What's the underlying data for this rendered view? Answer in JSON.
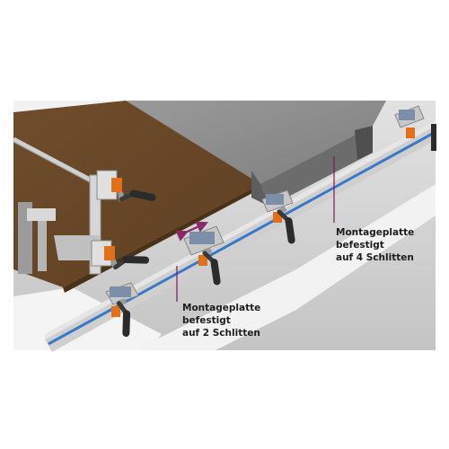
{
  "annotations": {
    "mount_two": {
      "lines": [
        "Montageplatte",
        "befestigt",
        "auf 2 Schlitten"
      ]
    },
    "mount_four": {
      "lines": [
        "Montageplatte",
        "befestigt",
        "auf 4 Schlitten"
      ]
    }
  },
  "colors": {
    "frame_background": "#c9c9c9",
    "wood_plate": "#6b4a2a",
    "mounting_plate": "#858585",
    "guide_rail": "#cfcfcf",
    "rail_stripe": "#3b78c8",
    "clamp_orange": "#e0701a",
    "crank_handle": "#2b2b2b",
    "callout_line": "#7a1a55",
    "slide_arrow": "#8a2a66"
  },
  "icons": {
    "slide_direction": "double-arrow-icon",
    "crank": "crank-handle-icon",
    "clamp": "clamp-block-icon"
  }
}
